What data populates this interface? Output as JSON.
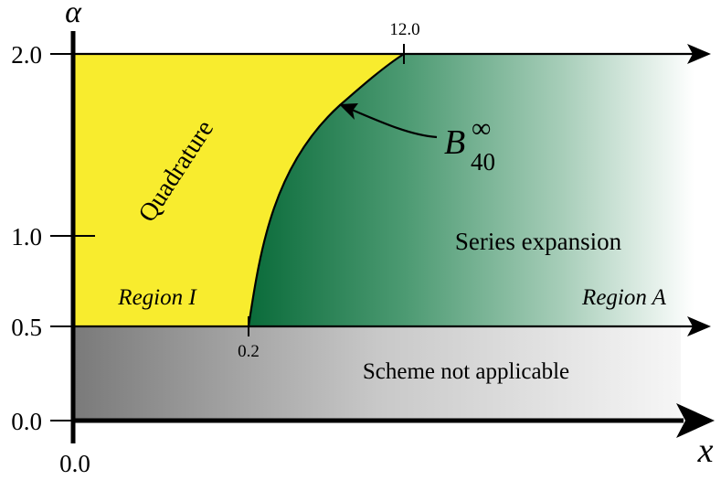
{
  "axes": {
    "y_symbol": "α",
    "x_symbol": "x",
    "y_ticks": [
      "2.0",
      "1.0",
      "0.5",
      "0.0"
    ],
    "x_origin": "0.0"
  },
  "boundary_ticks": {
    "top": "12.0",
    "bottom": "0.2"
  },
  "curve_label": {
    "base": "B",
    "superscript": "∞",
    "subscript": "40"
  },
  "regions": {
    "quadrature": "Quadrature",
    "region_one": "Region I",
    "series": "Series expansion",
    "region_a": "Region A",
    "not_applicable": "Scheme not applicable"
  },
  "colors": {
    "quadrature_fill": "#f8ec2e",
    "series_dark": "#0a6b3a",
    "gray_dark": "#7a7a7a"
  }
}
